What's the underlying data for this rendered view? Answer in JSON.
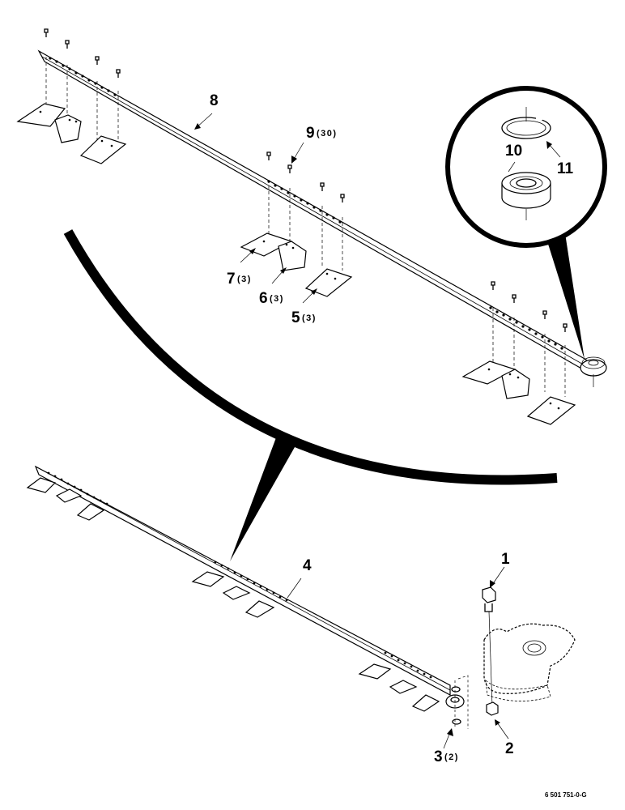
{
  "diagram": {
    "callouts": {
      "c1": {
        "num": "1",
        "qty": ""
      },
      "c2": {
        "num": "2",
        "qty": ""
      },
      "c3": {
        "num": "3",
        "qty": "(2)"
      },
      "c4": {
        "num": "4",
        "qty": ""
      },
      "c5": {
        "num": "5",
        "qty": "(3)"
      },
      "c6": {
        "num": "6",
        "qty": "(3)"
      },
      "c7": {
        "num": "7",
        "qty": "(3)"
      },
      "c8": {
        "num": "8",
        "qty": ""
      },
      "c9": {
        "num": "9",
        "qty": "(30)"
      },
      "c10": {
        "num": "10",
        "qty": ""
      },
      "c11": {
        "num": "11",
        "qty": ""
      }
    },
    "figure_code": "6 501 751-0-G"
  }
}
